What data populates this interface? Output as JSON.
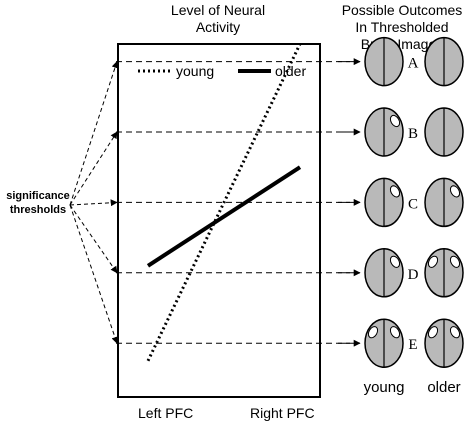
{
  "header": {
    "activity_title_line1": "Level of Neural",
    "activity_title_line2": "Activity",
    "outcomes_title_line1": "Possible Outcomes",
    "outcomes_title_line2": "In Thresholded",
    "outcomes_title_line3": "Brain Images"
  },
  "legend": {
    "young_label": "young",
    "older_label": "older"
  },
  "left_annotation": {
    "line1": "significance",
    "line2": "thresholds"
  },
  "x_axis": {
    "left_label": "Left PFC",
    "right_label": "Right PFC"
  },
  "outcome_rows": [
    {
      "letter": "A",
      "young": {
        "left": false,
        "right": false
      },
      "older": {
        "left": false,
        "right": false
      }
    },
    {
      "letter": "B",
      "young": {
        "left": false,
        "right": true
      },
      "older": {
        "left": false,
        "right": false
      }
    },
    {
      "letter": "C",
      "young": {
        "left": false,
        "right": true
      },
      "older": {
        "left": false,
        "right": true
      }
    },
    {
      "letter": "D",
      "young": {
        "left": false,
        "right": true
      },
      "older": {
        "left": true,
        "right": true
      }
    },
    {
      "letter": "E",
      "young": {
        "left": true,
        "right": true
      },
      "older": {
        "left": true,
        "right": true
      }
    }
  ],
  "column_labels": {
    "young": "young",
    "older": "older"
  },
  "colors": {
    "brain_fill": "#b9b9b9",
    "activation_fill": "#ffffff",
    "line_color": "#000000"
  },
  "chart_data": {
    "type": "line",
    "categories": [
      "Left PFC",
      "Right PFC"
    ],
    "series": [
      {
        "name": "young",
        "style": "dotted",
        "values": [
          0.1,
          1.0
        ]
      },
      {
        "name": "older",
        "style": "solid",
        "values": [
          0.37,
          0.65
        ]
      }
    ],
    "thresholds": [
      0.95,
      0.75,
      0.55,
      0.35,
      0.15
    ]
  }
}
